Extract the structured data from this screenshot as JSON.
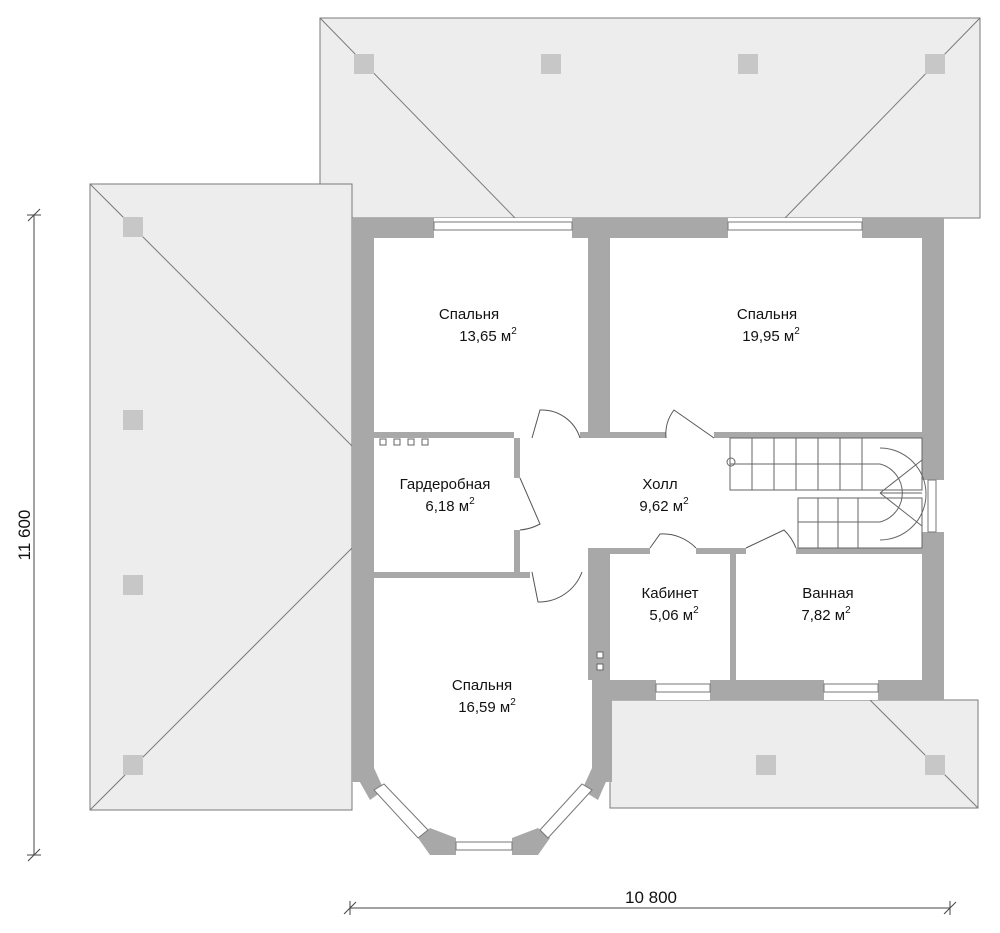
{
  "colors": {
    "wall": "#a8a8a8",
    "roof": "#ededed",
    "roof_line": "#7a7a7a",
    "chimney": "#c7c7c7",
    "line": "#444444"
  },
  "dimensions": {
    "height_label": "11 600",
    "width_label": "10 800"
  },
  "unit_superscript": "2",
  "rooms": {
    "bedroom_1": {
      "name": "Спальня",
      "area": "13,65 м"
    },
    "bedroom_2": {
      "name": "Спальня",
      "area": "19,95 м"
    },
    "wardrobe": {
      "name": "Гардеробная",
      "area": "6,18 м"
    },
    "hall": {
      "name": "Холл",
      "area": "9,62 м"
    },
    "study": {
      "name": "Кабинет",
      "area": "5,06 м"
    },
    "bathroom": {
      "name": "Ванная",
      "area": "7,82 м"
    },
    "bedroom_3": {
      "name": "Спальня",
      "area": "16,59 м"
    }
  }
}
